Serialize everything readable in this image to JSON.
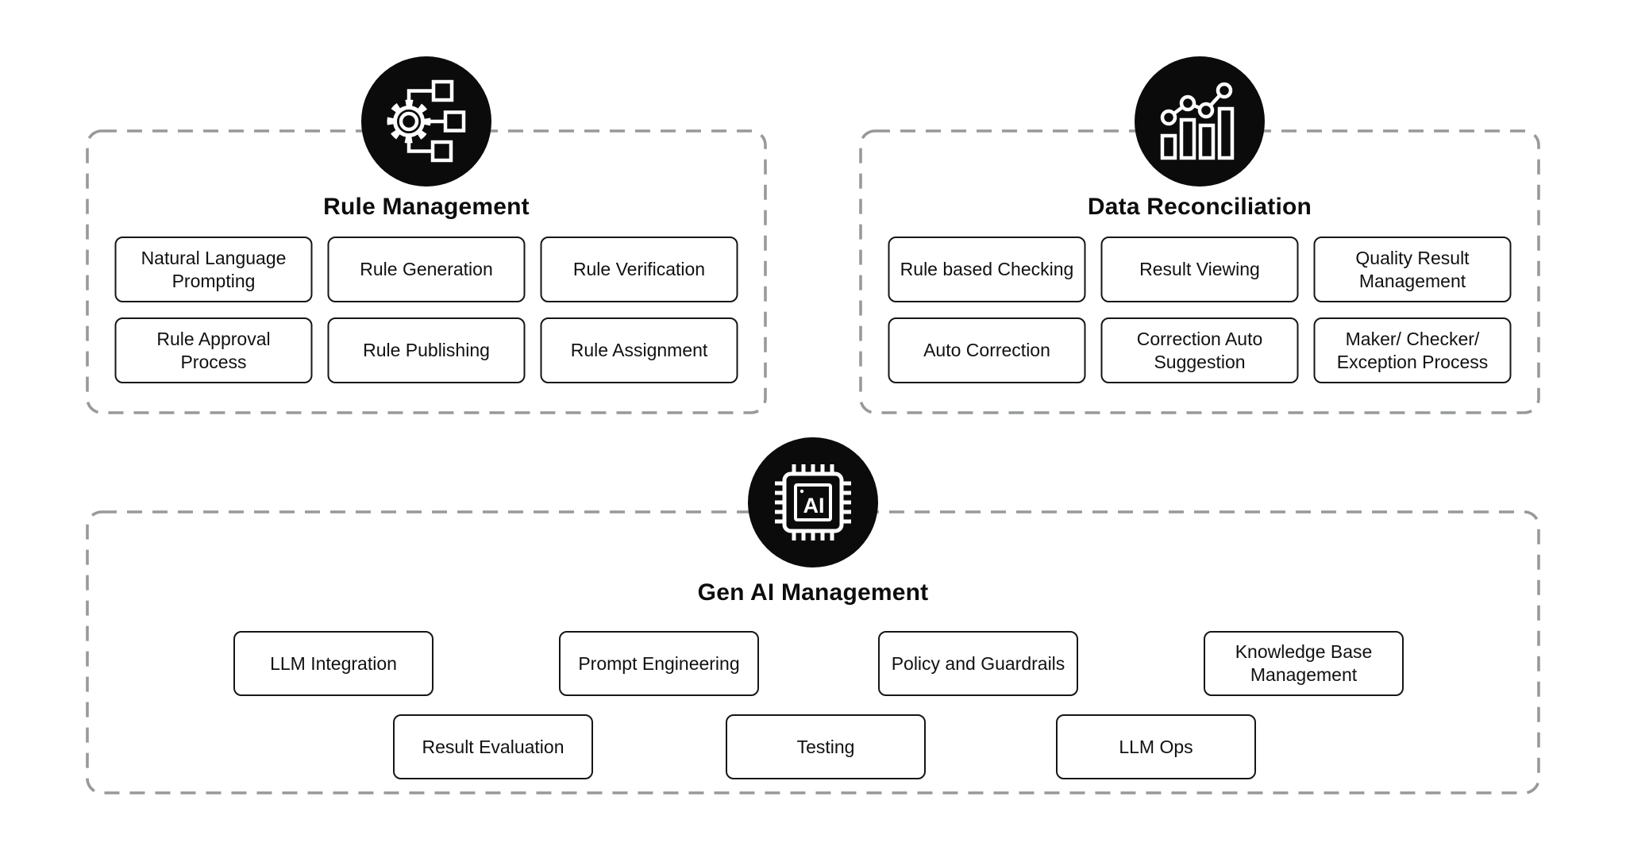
{
  "colors": {
    "background": "#ffffff",
    "box_border": "#161616",
    "text": "#111111",
    "dashed_border": "#97999b",
    "icon_background": "#0b0b0b",
    "icon_foreground": "#ffffff"
  },
  "groups": [
    {
      "id": "rule-management",
      "title": "Rule Management",
      "icon": "gear-workflow-icon",
      "items": [
        "Natural Language Prompting",
        "Rule Generation",
        "Rule Verification",
        "Rule Approval Process",
        "Rule Publishing",
        "Rule Assignment"
      ]
    },
    {
      "id": "data-reconciliation",
      "title": "Data Reconciliation",
      "icon": "bar-chart-trend-icon",
      "items": [
        "Rule based Checking",
        "Result Viewing",
        "Quality Result Management",
        "Auto Correction",
        "Correction Auto Suggestion",
        "Maker/ Checker/ Exception Process"
      ]
    },
    {
      "id": "gen-ai-management",
      "title": "Gen AI Management",
      "icon": "ai-chip-icon",
      "rows": [
        [
          "LLM Integration",
          "Prompt Engineering",
          "Policy and Guardrails",
          "Knowledge Base Management"
        ],
        [
          "Result Evaluation",
          "Testing",
          "LLM Ops"
        ]
      ]
    }
  ]
}
